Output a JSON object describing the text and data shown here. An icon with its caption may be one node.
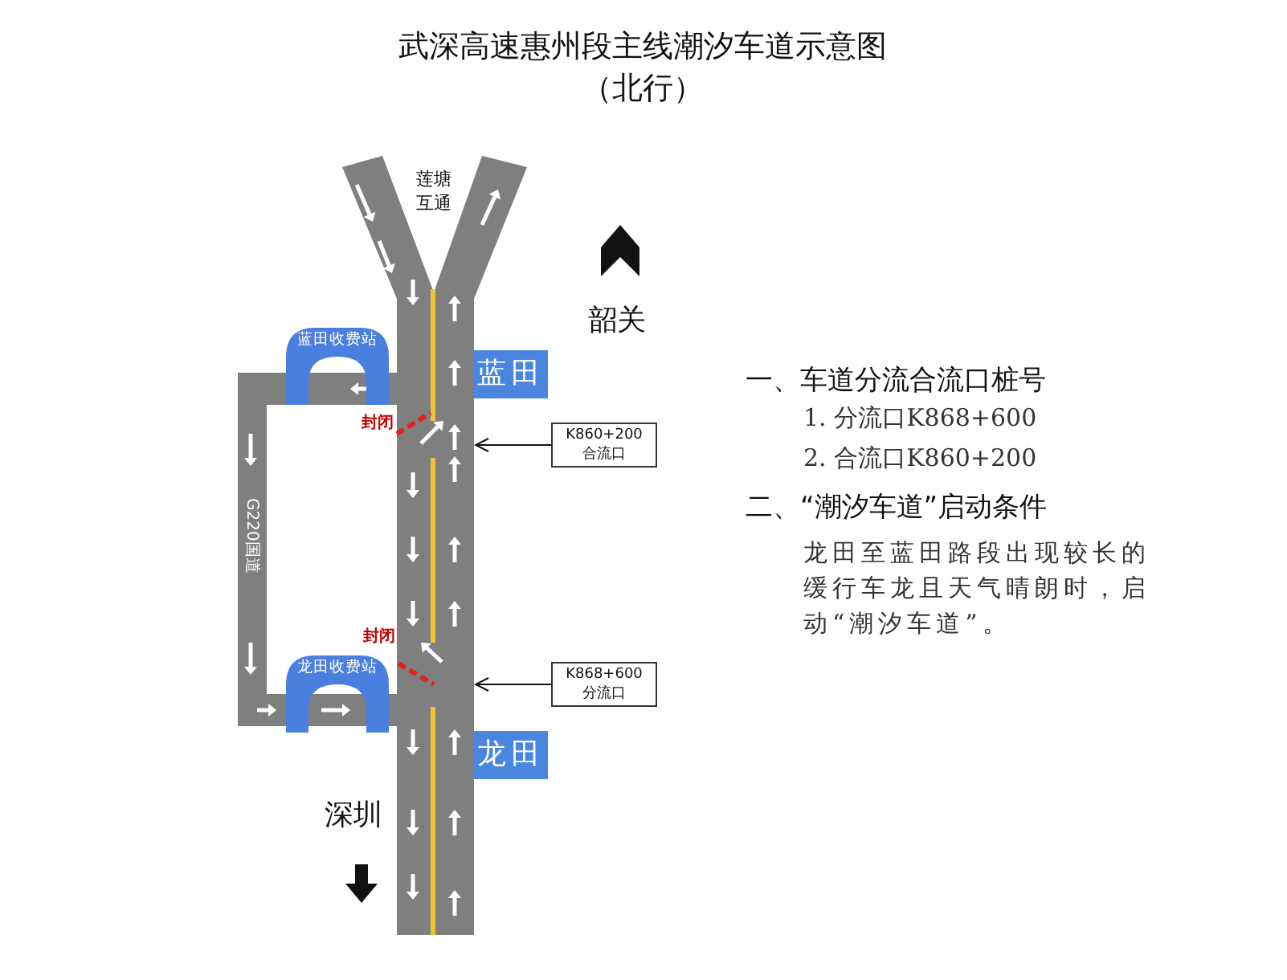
{
  "diagram": {
    "title": "武深高速惠州段主线潮汐车道示意图（北行）",
    "nodes": [
      {
        "text": [
          "蓝田收费站"
        ]
      },
      {
        "text": [
          "蓝田"
        ]
      },
      {
        "text": [
          "K860+200",
          "合流口"
        ]
      },
      {
        "text": [
          "龙田收费站"
        ]
      },
      {
        "text": [
          "K868+600",
          "分流口"
        ]
      },
      {
        "text": [
          "龙田"
        ]
      }
    ],
    "edges": [
      {
        "from": 2,
        "to": null,
        "arrow": "to"
      },
      {
        "from": 4,
        "to": null,
        "arrow": "to"
      }
    ],
    "labels": [
      "莲塘互通",
      "韶关",
      "一、车道分流合流口桩号",
      "封闭",
      "1. 分流口K868+600",
      "2. 合流口K860+200",
      "二、“潮汐车道”启动条件",
      "G220国道",
      "龙田至蓝田路段出现较长的缓行车龙且天气晴朗时，启动“潮汐车道”。",
      "封闭",
      "深圳"
    ]
  }
}
